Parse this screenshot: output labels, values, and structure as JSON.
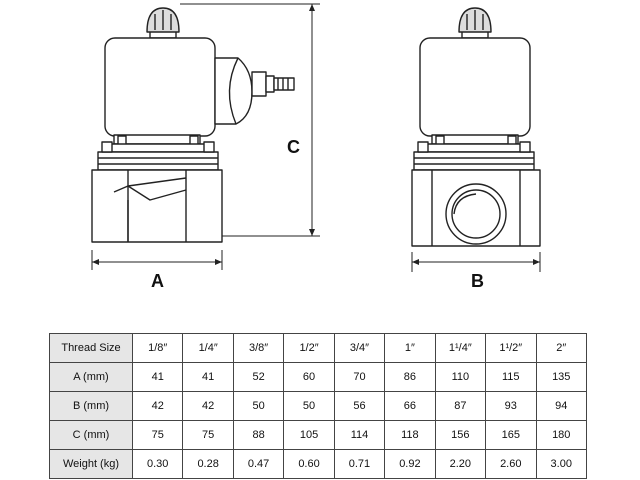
{
  "dimension_labels": {
    "a": "A",
    "b": "B",
    "c": "C"
  },
  "spec_table": {
    "header": "Thread Size",
    "columns": [
      "1/8″",
      "1/4″",
      "3/8″",
      "1/2″",
      "3/4″",
      "1″",
      "1¹/4″",
      "1¹/2″",
      "2″"
    ],
    "rows": [
      {
        "label": "A (mm)",
        "values": [
          "41",
          "41",
          "52",
          "60",
          "70",
          "86",
          "110",
          "115",
          "135"
        ]
      },
      {
        "label": "B (mm)",
        "values": [
          "42",
          "42",
          "50",
          "50",
          "56",
          "66",
          "87",
          "93",
          "94"
        ]
      },
      {
        "label": "C (mm)",
        "values": [
          "75",
          "75",
          "88",
          "105",
          "114",
          "118",
          "156",
          "165",
          "180"
        ]
      },
      {
        "label": "Weight (kg)",
        "values": [
          "0.30",
          "0.28",
          "0.47",
          "0.60",
          "0.71",
          "0.92",
          "2.20",
          "2.60",
          "3.00"
        ]
      }
    ]
  },
  "colors": {
    "line": "#222222",
    "header_fill": "#e6e6e6",
    "gland_fill": "#dddddd"
  }
}
